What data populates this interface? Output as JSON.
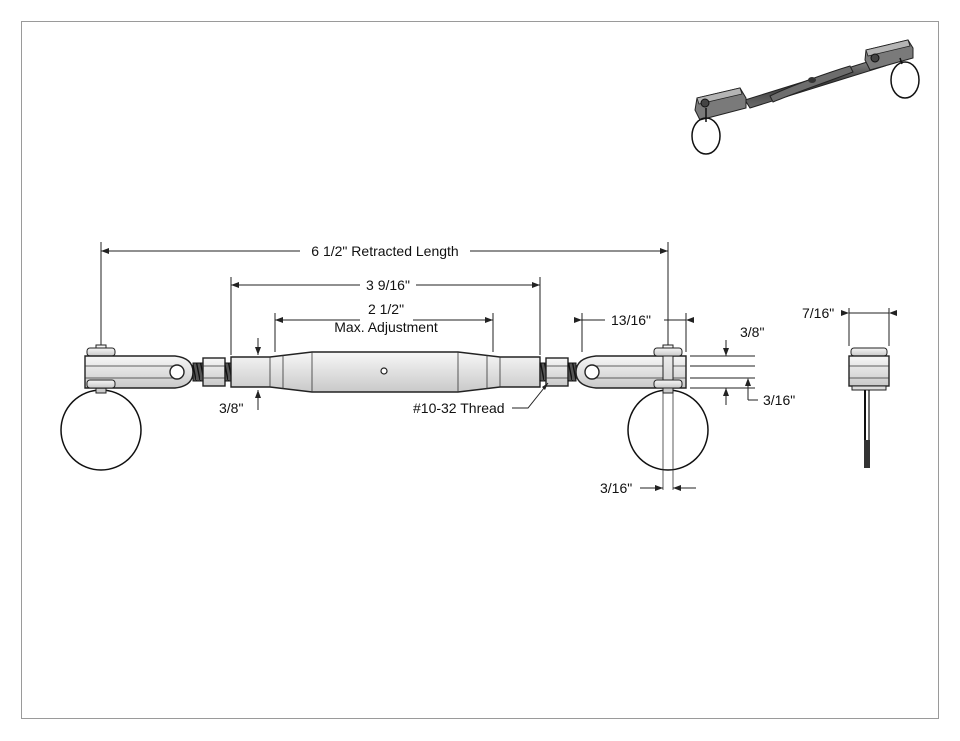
{
  "labels": {
    "retracted_length": "6 1/2\" Retracted Length",
    "body_length": "3 9/16\"",
    "max_adjustment_value": "2 1/2\"",
    "max_adjustment_text": "Max. Adjustment",
    "thread": "#10-32 Thread",
    "jaw_width": "13/16\"",
    "left_height": "3/8\"",
    "right_jaw_top": "3/8\"",
    "right_jaw_gap": "3/16\"",
    "pin_diameter": "3/16\"",
    "end_view_width": "7/16\""
  },
  "colors": {
    "line": "#222222",
    "body_fill": "#ededed",
    "shade": "#bdbdbd",
    "frame": "#9a9a9a"
  },
  "icons": [
    "turnbuckle-3d-view-icon"
  ]
}
